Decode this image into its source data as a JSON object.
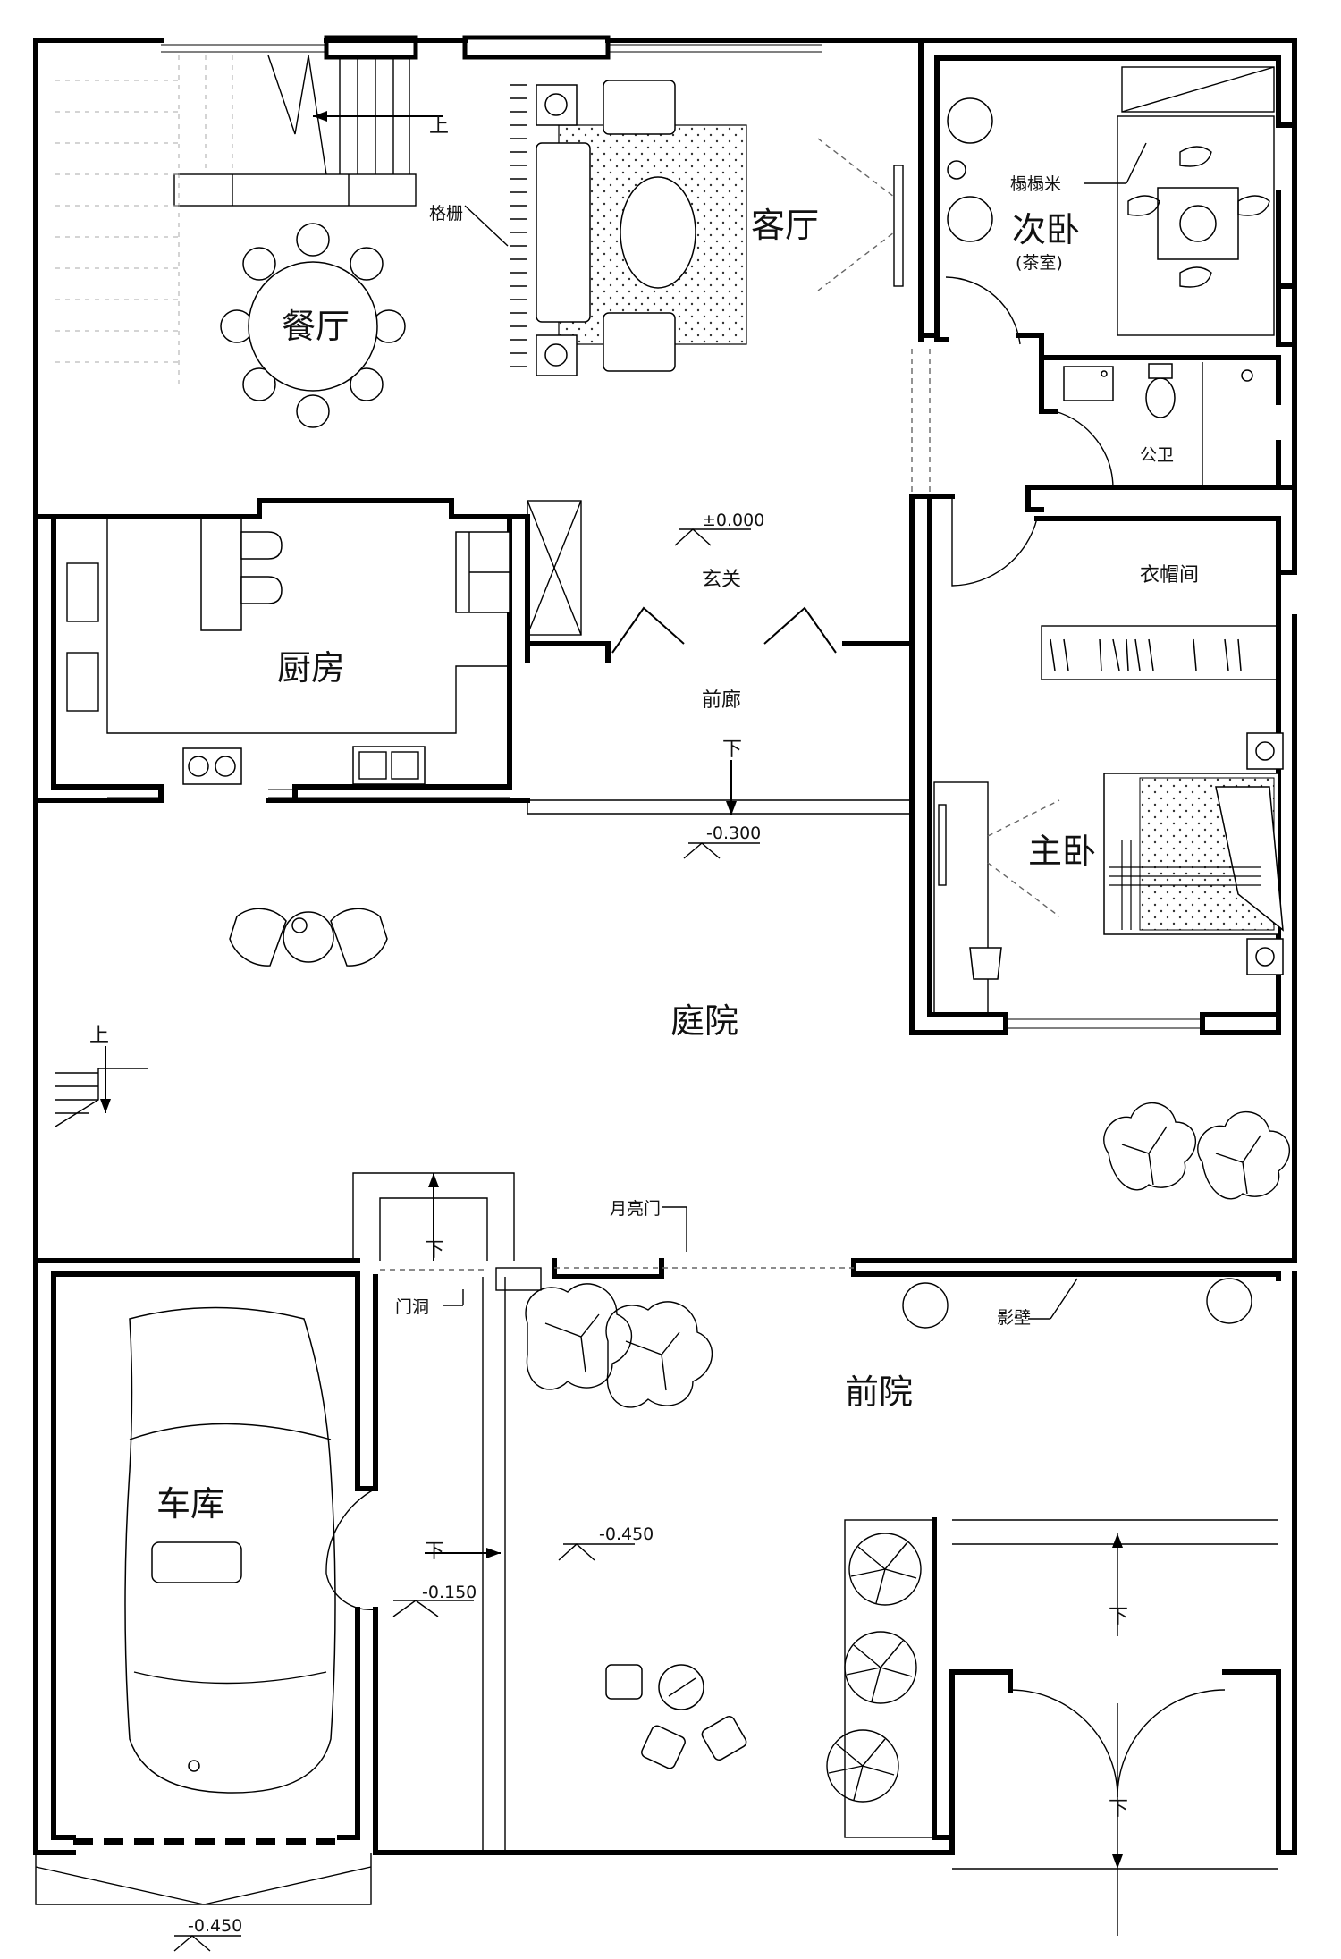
{
  "rooms": {
    "dining": "餐厅",
    "living": "客厅",
    "second_bedroom": "次卧",
    "second_bedroom_note": "(茶室)",
    "kitchen": "厨房",
    "public_bath": "公卫",
    "foyer": "玄关",
    "front_porch": "前廊",
    "cloakroom": "衣帽间",
    "master_bedroom": "主卧",
    "courtyard": "庭院",
    "garage": "车库",
    "front_yard": "前院"
  },
  "annotations": {
    "lattice": "格栅",
    "tatami": "榻榻米",
    "moon_gate": "月亮门",
    "door_opening": "门洞",
    "screen_wall": "影壁",
    "stair_up": "上",
    "step_down": "下"
  },
  "elevations": {
    "foyer": "±0.000",
    "porch_step": "-0.300",
    "front_yard": "-0.450",
    "side_entry": "-0.150",
    "outside": "-0.450"
  }
}
